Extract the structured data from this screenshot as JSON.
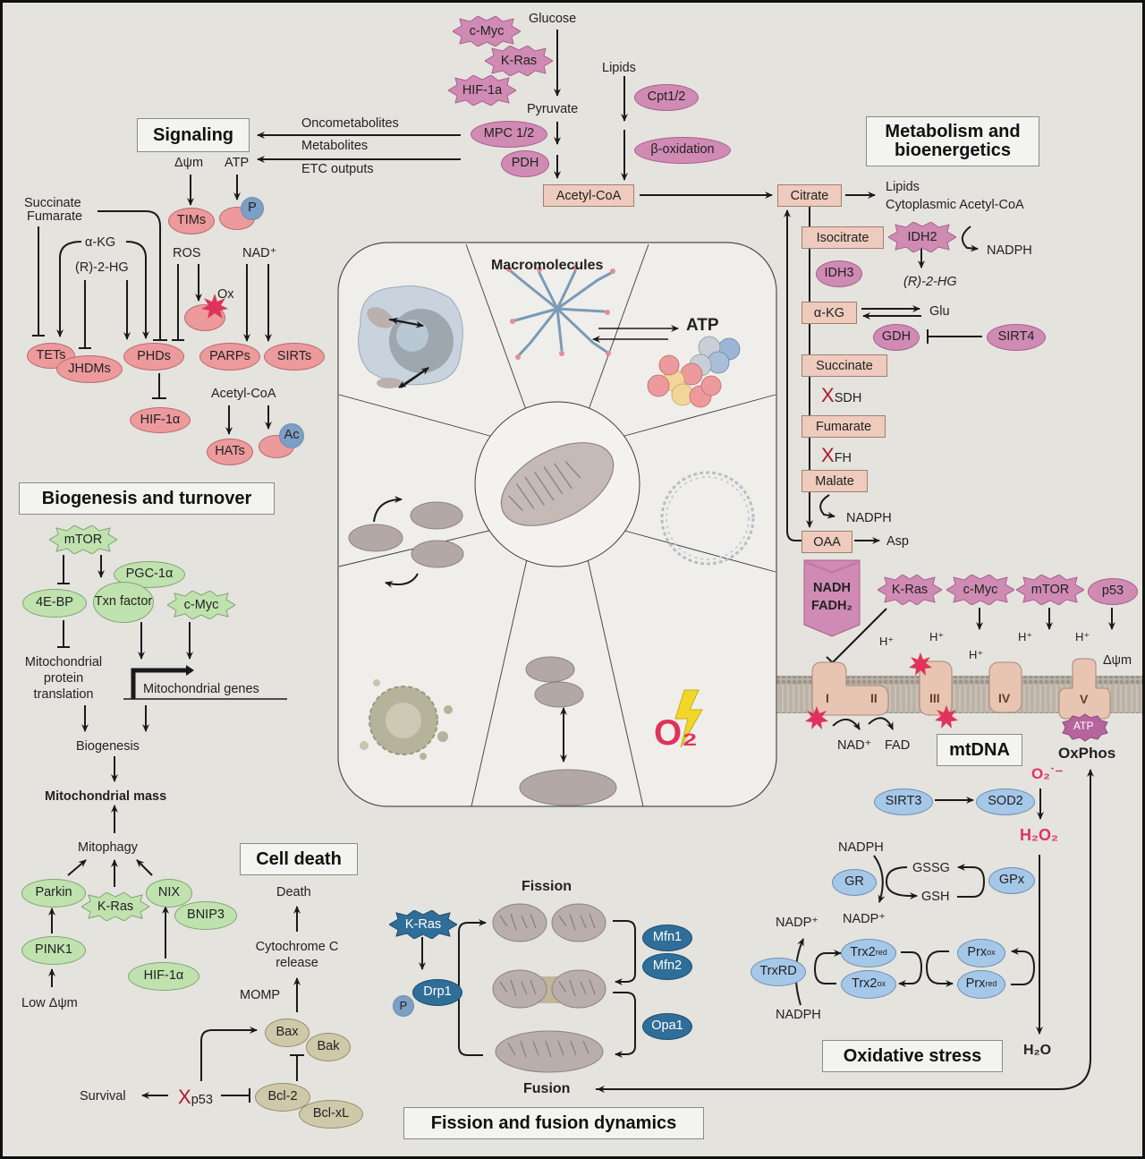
{
  "colors": {
    "background": "#e4e3de",
    "metabolism_pink": "#d08bb4",
    "signaling_salmon": "#ec9a9c",
    "biogenesis_green": "#bfe2ae",
    "oxidative_blue": "#a6c8e8",
    "dynamics_blue": "#2f6e98",
    "cell_death_tan": "#cfc8a9",
    "ros_red": "#e0335b",
    "tca_box": "#eecbbd"
  },
  "section_titles": {
    "signaling": "Signaling",
    "metabolism": "Metabolism and bioenergetics",
    "biogenesis": "Biogenesis and turnover",
    "cell_death": "Cell death",
    "fission_fusion": "Fission and fusion dynamics",
    "oxidative_stress": "Oxidative stress",
    "mtdna": "mtDNA"
  },
  "signaling": {
    "inputs": [
      "Oncometabolites",
      "Metabolites",
      "ETC outputs"
    ],
    "dpsi": "Δψm",
    "atp": "ATP",
    "tims": "TIMs",
    "p_badge": "P",
    "succinate_fumarate": [
      "Succinate",
      "Fumarate"
    ],
    "akg": "α-KG",
    "r2hg": "(R)-2-HG",
    "ros": "ROS",
    "ox": "Ox",
    "nad": "NAD⁺",
    "tets": "TETs",
    "jhdms": "JHDMs",
    "phds": "PHDs",
    "parps": "PARPs",
    "sirts": "SIRTs",
    "hif1a": "HIF-1α",
    "acetyl_coa": "Acetyl-CoA",
    "hats": "HATs",
    "ac_badge": "Ac"
  },
  "metabolism": {
    "glucose": "Glucose",
    "pyruvate": "Pyruvate",
    "lipids": "Lipids",
    "cmyc": "c-Myc",
    "kras": "K-Ras",
    "hif1a": "HIF-1a",
    "mpc": "MPC 1/2",
    "pdh": "PDH",
    "cpt": "Cpt1/2",
    "boxidation": "β-oxidation",
    "acetyl_coa": "Acetyl-CoA",
    "citrate": "Citrate",
    "citrate_outputs": [
      "Lipids",
      "Cytoplasmic Acetyl-CoA"
    ],
    "isocitrate": "Isocitrate",
    "idh2": "IDH2",
    "nadph": "NADPH",
    "r2hg": "(R)-2-HG",
    "idh3": "IDH3",
    "akg": "α-KG",
    "glu": "Glu",
    "gdh": "GDH",
    "sirt4": "SIRT4",
    "succinate": "Succinate",
    "sdh": "SDH",
    "fumarate": "Fumarate",
    "fh": "FH",
    "malate": "Malate",
    "oaa": "OAA",
    "asp": "Asp",
    "x_mark": "X"
  },
  "etc": {
    "nadh": "NADH",
    "fadh2": "FADH₂",
    "regulators": [
      "K-Ras",
      "c-Myc",
      "mTOR",
      "p53"
    ],
    "protons": "H⁺",
    "dpsi": "Δψm",
    "complexes": [
      "I",
      "II",
      "III",
      "IV",
      "V"
    ],
    "atp": "ATP",
    "nad": "NAD⁺",
    "fad": "FAD",
    "oxphos": "OxPhos"
  },
  "center": {
    "macromolecules": "Macromolecules",
    "atp": "ATP",
    "superoxide": "O₂"
  },
  "oxidative": {
    "superoxide": "O₂˙⁻",
    "sirt3": "SIRT3",
    "sod2": "SOD2",
    "h2o2": "H₂O₂",
    "nadph_top": "NADPH",
    "gr": "GR",
    "gssg": "GSSG",
    "gsh": "GSH",
    "gpx": "GPx",
    "nadp_1": "NADP⁺",
    "nadp_2": "NADP⁺",
    "trxrd": "TrxRD",
    "trx2_red": "Trx2",
    "trx2_ox": "Trx2",
    "prx_ox": "Prx",
    "prx_red": "Prx",
    "sub_red": "red",
    "sub_ox": "ox",
    "nadph_bottom": "NADPH",
    "h2o": "H₂O"
  },
  "biogenesis": {
    "mtor": "mTOR",
    "pgc1a": "PGC-1α",
    "ebp": "4E-BP",
    "txn": "Txn factor",
    "cmyc": "c-Myc",
    "translation": [
      "Mitochondrial",
      "protein",
      "translation"
    ],
    "genes": "Mitochondrial genes",
    "biogenesis": "Biogenesis",
    "mass": "Mitochondrial mass",
    "mitophagy": "Mitophagy",
    "parkin": "Parkin",
    "kras": "K-Ras",
    "nix": "NIX",
    "bnip3": "BNIP3",
    "pink1": "PINK1",
    "hif1a": "HIF-1α",
    "low_dpsi": "Low Δψm"
  },
  "cell_death": {
    "death": "Death",
    "cytc": [
      "Cytochrome C",
      "release"
    ],
    "momp": "MOMP",
    "bax": "Bax",
    "bak": "Bak",
    "bcl2": "Bcl-2",
    "bclxl": "Bcl-xL",
    "p53": "p53",
    "survival": "Survival",
    "x_mark": "X"
  },
  "fission_fusion": {
    "fission": "Fission",
    "fusion": "Fusion",
    "kras": "K-Ras",
    "drp1": "Drp1",
    "p_badge": "P",
    "mfn1": "Mfn1",
    "mfn2": "Mfn2",
    "opa1": "Opa1"
  }
}
